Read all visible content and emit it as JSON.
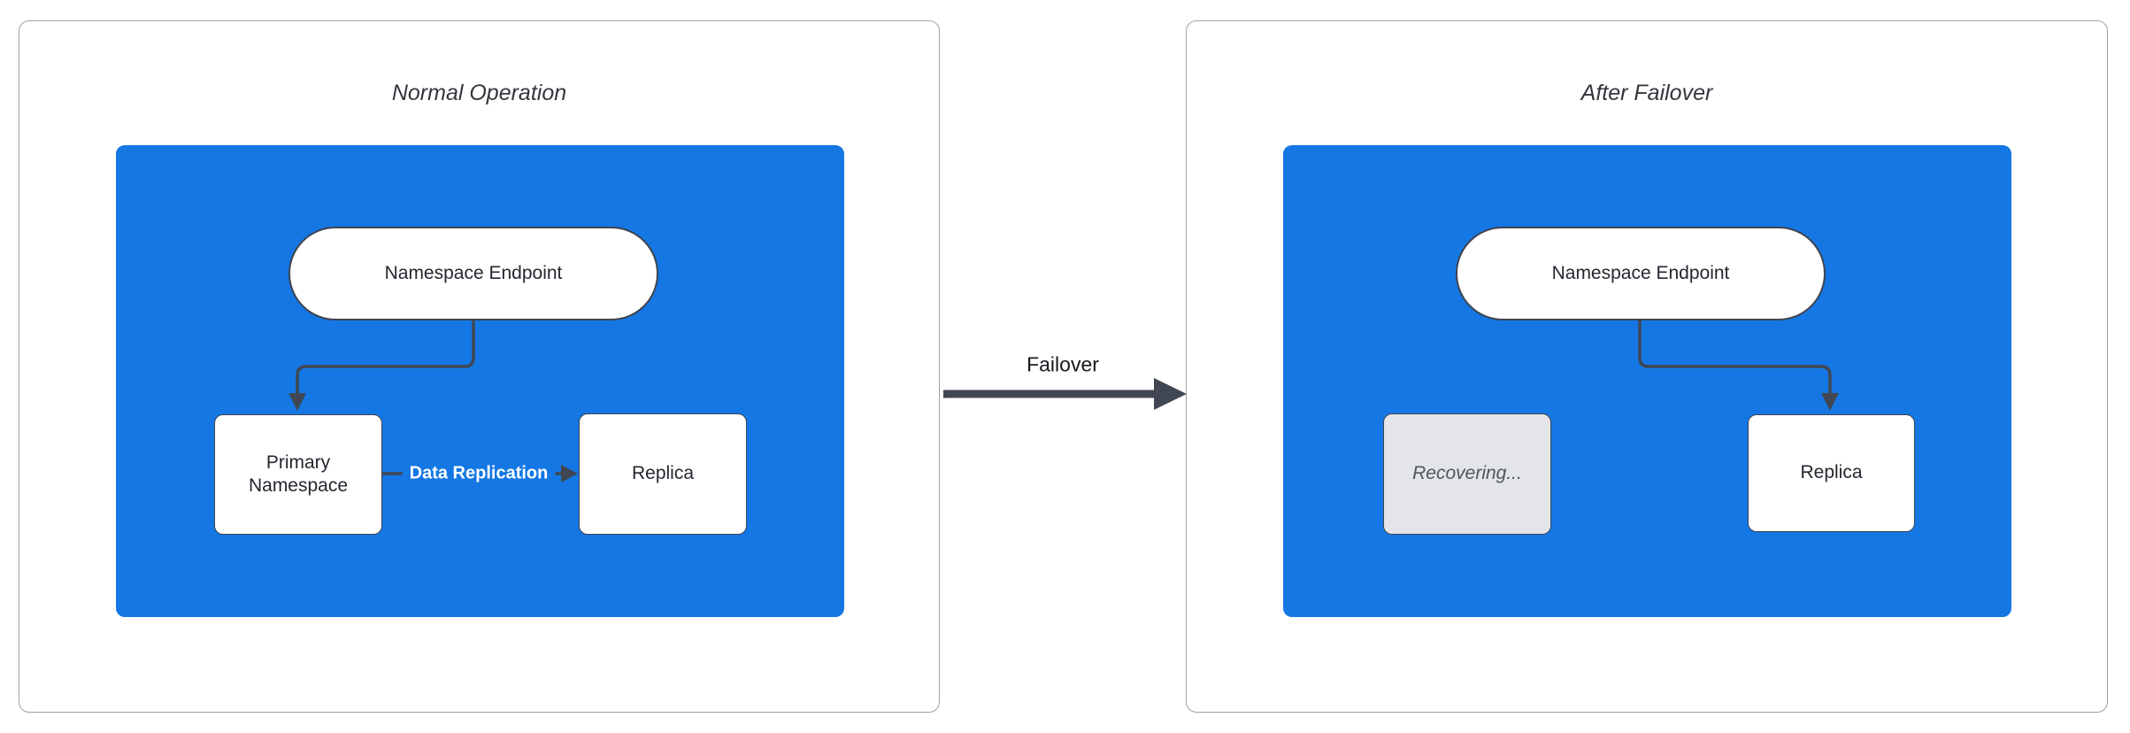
{
  "diagram": {
    "panels": [
      {
        "title": "Normal Operation",
        "nodes": {
          "endpoint": "Namespace Endpoint",
          "primary": "Primary Namespace",
          "replica": "Replica"
        },
        "edge_label": "Data Replication"
      },
      {
        "title": "After Failover",
        "nodes": {
          "endpoint": "Namespace Endpoint",
          "recovering": "Recovering...",
          "replica": "Replica"
        }
      }
    ],
    "transition_label": "Failover",
    "colors": {
      "canvas_bg": "#FFFFFF",
      "panel_border": "#9CA1A8",
      "group_fill": "#1477E4",
      "node_fill": "#FFFFFF",
      "node_border": "#3F4450",
      "connector": "#414752",
      "disabled_node_fill": "#E3E5E8",
      "disabled_node_text": "#4F5560",
      "title_text": "#33373D",
      "node_text": "#23272E",
      "edge_label_text": "#FFFFFF"
    }
  }
}
